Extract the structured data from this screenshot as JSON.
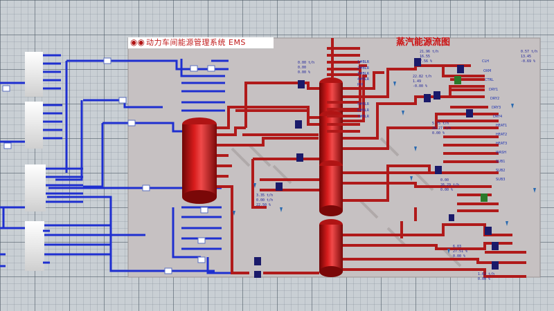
{
  "app": {
    "title": "动力车间能源管理系统 EMS",
    "diagram_title": "蒸汽能源流图"
  },
  "colors": {
    "steam_pipe": "#b01a1a",
    "water_pipe": "#1e2fd0",
    "panel": "#c7c3c3",
    "header_tank": "#c51212"
  },
  "steam_branches": [
    "1#BLR",
    "2#BLR",
    "3#BLR",
    "4#BLR",
    "PIH",
    "5#BLR",
    "6#BLR",
    "7#BLR",
    "CLH",
    "OXM",
    "CTRL",
    "DRY1",
    "DRY2",
    "DRY3",
    "DRY4",
    "HEAT1",
    "HEAT2",
    "HEAT3",
    "WASH",
    "SUB1",
    "SUB2",
    "SUB3"
  ],
  "readings": [
    "0.00 t/h",
    "0.00",
    "0.00 %",
    "21.96 t/h",
    "16.55",
    "7.56 %",
    "0.57 t/h",
    "13.45",
    "-0.69 %",
    "22.82 t/h",
    "1.49",
    "-0.00 %",
    "5.75 t/h",
    "28.27 t/h",
    "0.00 %",
    "0.00",
    "26.29 t/h",
    "0.00 %",
    "3.35 t/h",
    "0.00 t/h",
    "22.50 %",
    "6.03",
    "27.51 %",
    "0.00 %",
    "1.62 t/h",
    "0.00 %"
  ]
}
